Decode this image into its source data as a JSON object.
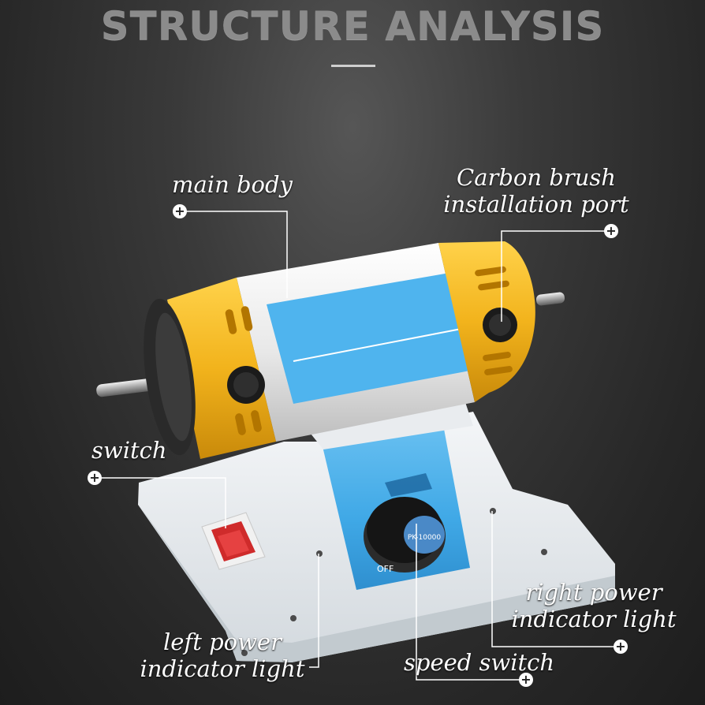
{
  "title": "STRUCTURE ANALYSIS",
  "labels": {
    "main_body": "main body",
    "carbon_line1": "Carbon brush",
    "carbon_line2": "installation port",
    "switch": "switch",
    "right_line1": "right power",
    "right_line2": "indicator light",
    "left_line1": "left power",
    "left_line2": "indicator light",
    "speed_switch": "speed switch"
  },
  "device": {
    "knob_text": "OFF",
    "dial_text": "PK-10000"
  },
  "icons": [
    "plus-marker-icon"
  ],
  "colors": {
    "motor_yellow": "#f2b31c",
    "panel_blue": "#3fa8e6",
    "base_white": "#e9eef1",
    "line": "#ffffff"
  }
}
